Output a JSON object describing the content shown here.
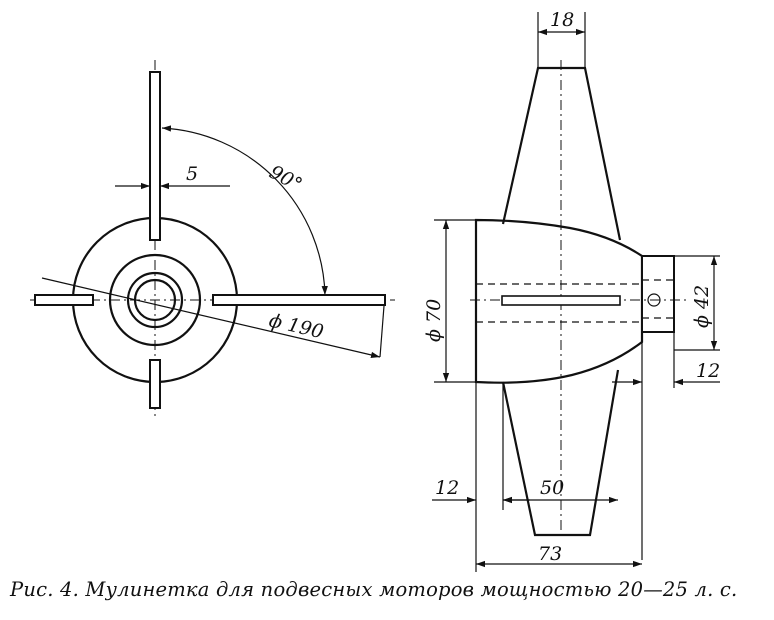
{
  "figure": {
    "caption": "Рис. 4. Мулинетка для подвесных моторов мощностью 20—25 л. с.",
    "side_view": {
      "blade_width": "5",
      "blade_angle": "90°",
      "outer_diameter": "ϕ 190"
    },
    "front_view": {
      "top_width": "18",
      "hub_diameter": "ϕ 70",
      "boss_diameter": "ϕ 42",
      "boss_length": "12",
      "bottom_width": "50",
      "left_offset": "12",
      "total_length": "73"
    }
  }
}
